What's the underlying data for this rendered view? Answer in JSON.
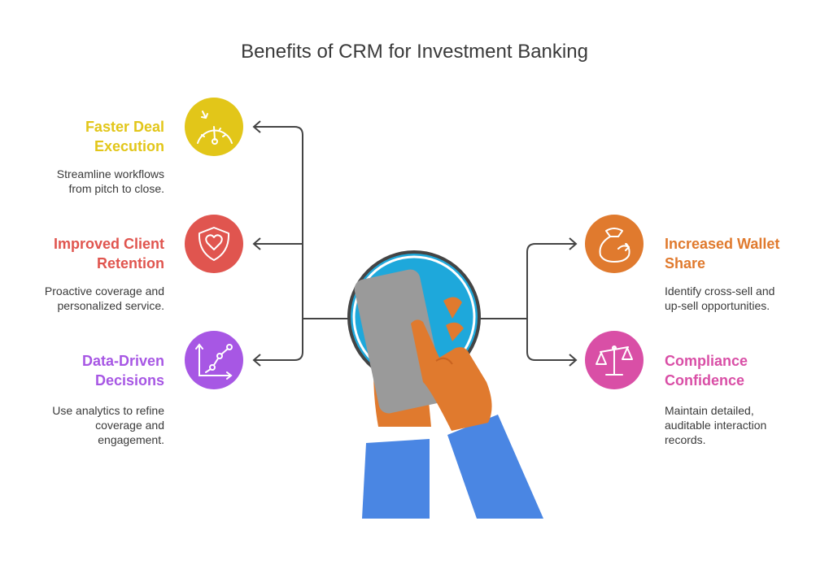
{
  "title": "Benefits of CRM for Investment Banking",
  "benefits": [
    {
      "heading": [
        "Faster Deal",
        "Execution"
      ],
      "description": [
        "Streamline workflows",
        "from pitch to close."
      ],
      "color": "#e2c619",
      "icon": "speedometer-icon"
    },
    {
      "heading": [
        "Improved Client",
        "Retention"
      ],
      "description": [
        "Proactive coverage and",
        "personalized service."
      ],
      "color": "#e0554f",
      "icon": "shield-heart-icon"
    },
    {
      "heading": [
        "Data-Driven",
        "Decisions"
      ],
      "description": [
        "Use analytics to refine",
        "coverage and",
        "engagement."
      ],
      "color": "#a757e4",
      "icon": "line-chart-icon"
    },
    {
      "heading": [
        "Increased Wallet",
        "Share"
      ],
      "description": [
        "Identify cross-sell and",
        "up-sell opportunities."
      ],
      "color": "#e07a2e",
      "icon": "money-bag-icon"
    },
    {
      "heading": [
        "Compliance",
        "Confidence"
      ],
      "description": [
        "Maintain detailed,",
        "auditable interaction",
        "records."
      ],
      "color": "#d94fa6",
      "icon": "balance-scale-icon"
    }
  ],
  "center_illustration": "hand-holding-phone-icon"
}
